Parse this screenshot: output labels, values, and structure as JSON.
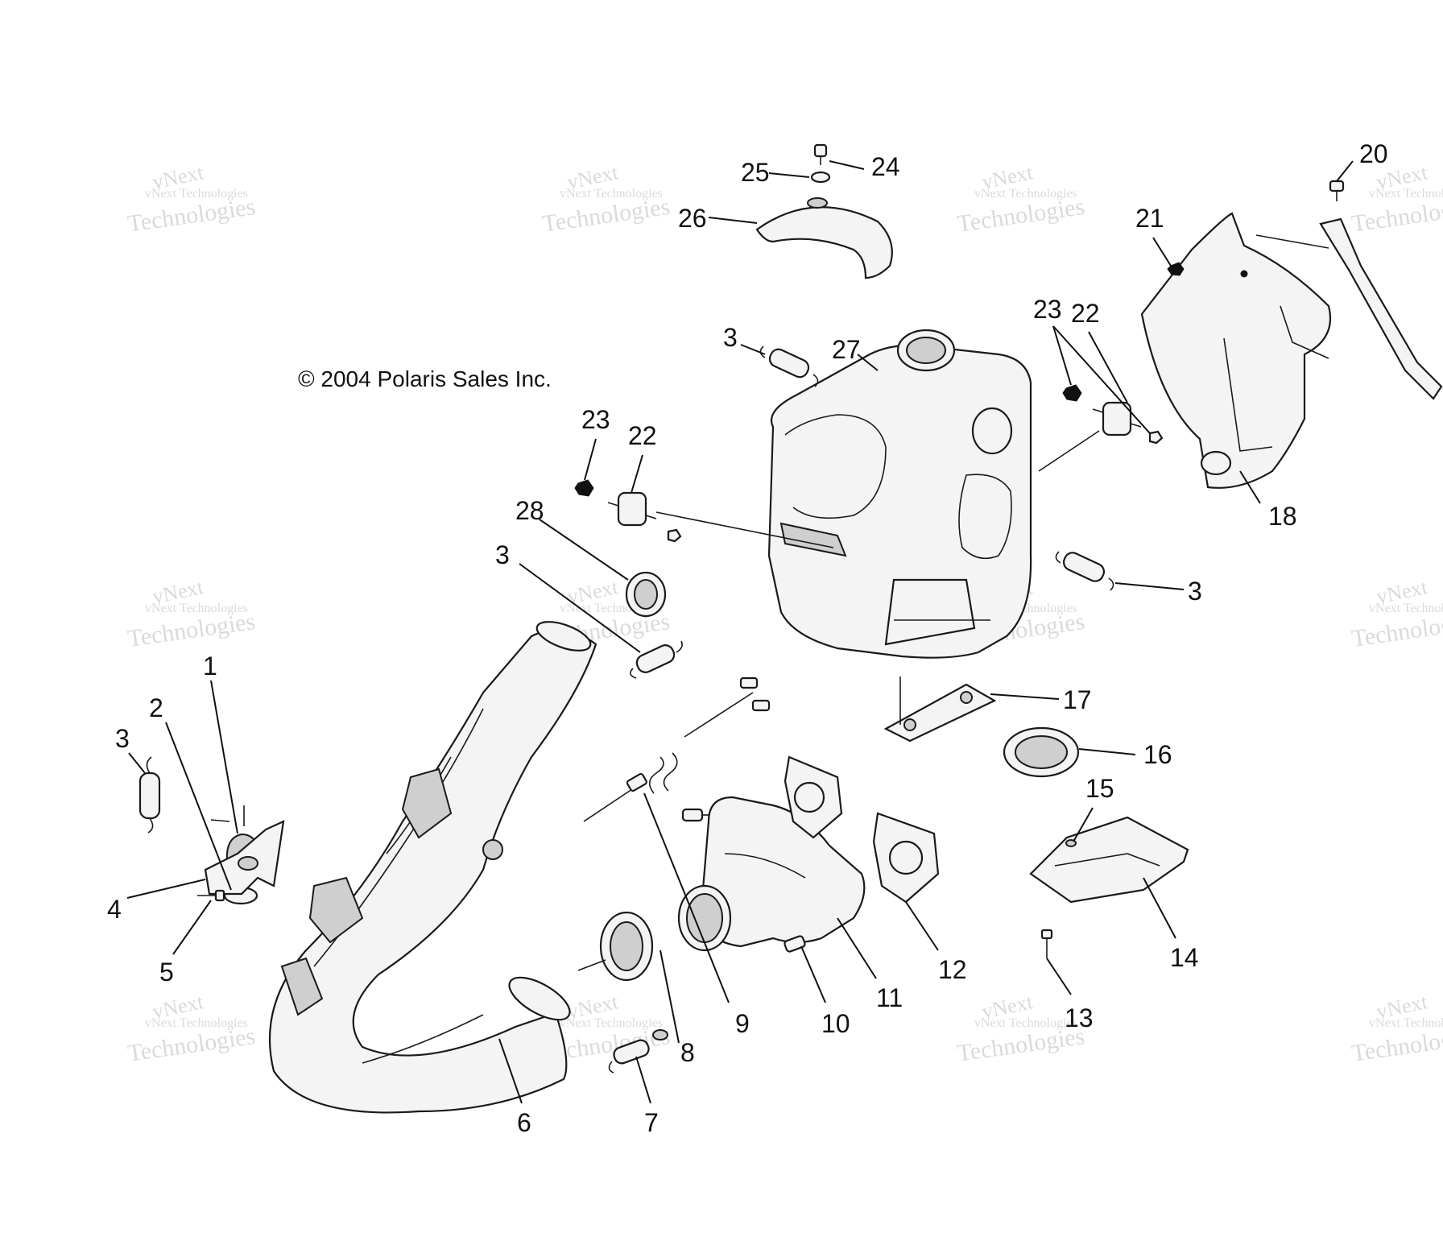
{
  "copyright": "© 2004 Polaris Sales Inc.",
  "watermark": {
    "line1": "vNext",
    "line2": "vNext Technologies",
    "line3": "Technologies"
  },
  "callouts": [
    {
      "id": "c1",
      "text": "1"
    },
    {
      "id": "c2",
      "text": "2"
    },
    {
      "id": "c3a",
      "text": "3"
    },
    {
      "id": "c4",
      "text": "4"
    },
    {
      "id": "c5",
      "text": "5"
    },
    {
      "id": "c6",
      "text": "6"
    },
    {
      "id": "c7",
      "text": "7"
    },
    {
      "id": "c8",
      "text": "8"
    },
    {
      "id": "c9",
      "text": "9"
    },
    {
      "id": "c10",
      "text": "10"
    },
    {
      "id": "c11",
      "text": "11"
    },
    {
      "id": "c12",
      "text": "12"
    },
    {
      "id": "c13",
      "text": "13"
    },
    {
      "id": "c14",
      "text": "14"
    },
    {
      "id": "c15",
      "text": "15"
    },
    {
      "id": "c16",
      "text": "16"
    },
    {
      "id": "c17",
      "text": "17"
    },
    {
      "id": "c18",
      "text": "18"
    },
    {
      "id": "c20",
      "text": "20"
    },
    {
      "id": "c21",
      "text": "21"
    },
    {
      "id": "c22a",
      "text": "22"
    },
    {
      "id": "c22b",
      "text": "22"
    },
    {
      "id": "c23a",
      "text": "23"
    },
    {
      "id": "c23b",
      "text": "23"
    },
    {
      "id": "c24",
      "text": "24"
    },
    {
      "id": "c25",
      "text": "25"
    },
    {
      "id": "c26",
      "text": "26"
    },
    {
      "id": "c27",
      "text": "27"
    },
    {
      "id": "c28",
      "text": "28"
    },
    {
      "id": "c3b",
      "text": "3"
    },
    {
      "id": "c3c",
      "text": "3"
    },
    {
      "id": "c3d",
      "text": "3"
    }
  ]
}
